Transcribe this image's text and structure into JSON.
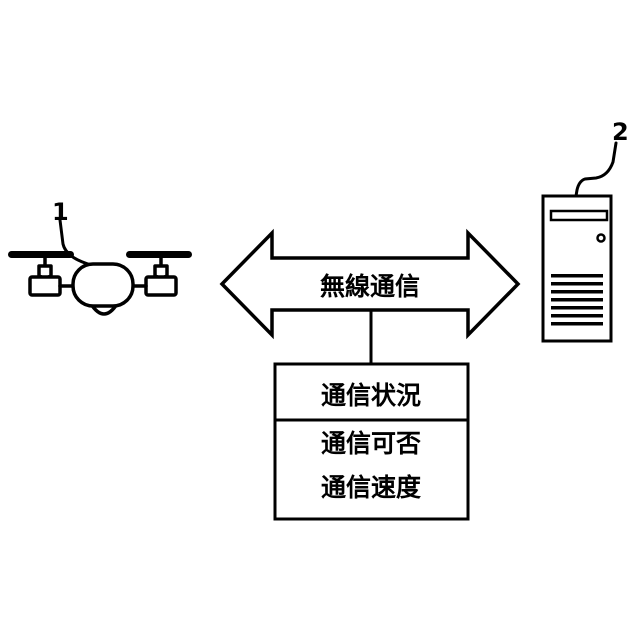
{
  "drone": {
    "ref": "1"
  },
  "server": {
    "ref": "2"
  },
  "link": {
    "label": "無線通信"
  },
  "status_box": {
    "title": "通信状況",
    "items": [
      "通信可否",
      "通信速度"
    ]
  }
}
